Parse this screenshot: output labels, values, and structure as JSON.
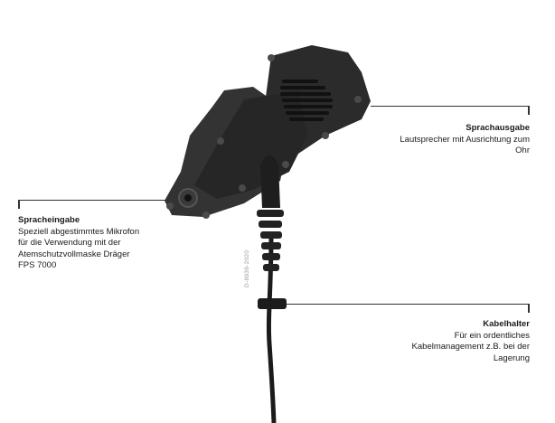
{
  "callouts": {
    "sprachausgabe": {
      "title": "Sprachausgabe",
      "text": "Lautsprecher mit Ausrichtung zum Ohr"
    },
    "spracheingabe": {
      "title": "Spracheingabe",
      "text": "Speziell abgestimmtes Mikrofon für die Verwendung mit der Atemschutzvollmaske Dräger FPS 7000"
    },
    "kabelhalter": {
      "title": "Kabelhalter",
      "text": "Für ein ordentliches Kabelmanagement z.B. bei der Lagerung"
    }
  },
  "doc_id": "D-8939-2020",
  "colors": {
    "device": "#2a2a2a",
    "line": "#333333"
  }
}
